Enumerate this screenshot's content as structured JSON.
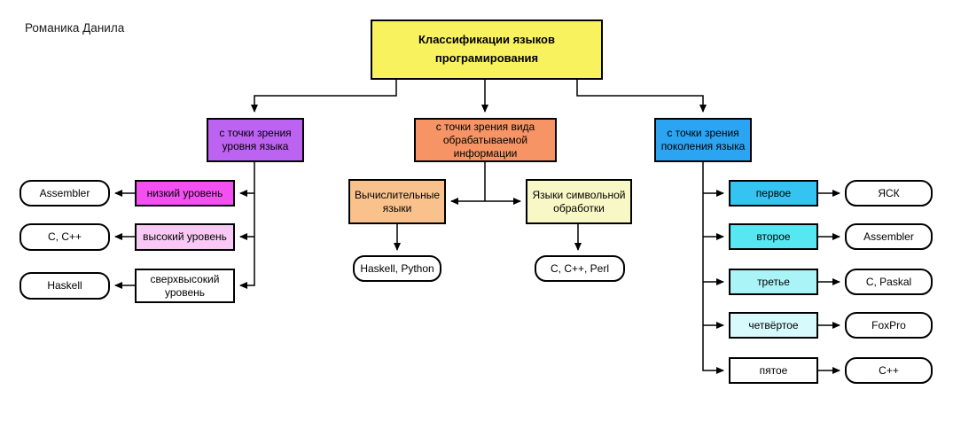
{
  "author": "Романика Данила",
  "connector_color": "#000000",
  "nodes": {
    "root": {
      "label": "Классификации языков програмирования",
      "color": "#F8F25E"
    },
    "level": {
      "label": "с точки зрения уровня языка",
      "color": "#BC63F1"
    },
    "info": {
      "label": "с точки зрения вида обрабатываемой информации",
      "color": "#F79465"
    },
    "generation": {
      "label": "с точки зрения поколения языка",
      "color": "#2BA4F2"
    },
    "low_level": {
      "label": "низкий уровень",
      "color": "#F44FF0"
    },
    "high_level": {
      "label": "высокий уровень",
      "color": "#F9C9F6"
    },
    "super_high_level": {
      "label": "сверхвысокий уровень",
      "color": "#FFFFFF"
    },
    "low_level_langs": {
      "label": "Assembler",
      "color": "#FFFFFF"
    },
    "high_level_langs": {
      "label": "C, C++",
      "color": "#FFFFFF"
    },
    "super_high_level_langs": {
      "label": "Haskell",
      "color": "#FFFFFF"
    },
    "computational": {
      "label": "Вычислительные языки",
      "color": "#F9C28C"
    },
    "symbolic": {
      "label": "Языки символьной обработки",
      "color": "#F8F8C6"
    },
    "computational_langs": {
      "label": "Haskell, Python",
      "color": "#FFFFFF"
    },
    "symbolic_langs": {
      "label": "C, C++, Perl",
      "color": "#FFFFFF"
    },
    "gen_first": {
      "label": "первое",
      "color": "#35C3F1"
    },
    "gen_second": {
      "label": "второе",
      "color": "#56E7F3"
    },
    "gen_third": {
      "label": "третье",
      "color": "#AAF3F7"
    },
    "gen_fourth": {
      "label": "четвёртое",
      "color": "#D7FAFC"
    },
    "gen_fifth": {
      "label": "пятое",
      "color": "#FFFFFF"
    },
    "gen_first_lang": {
      "label": "ЯСК",
      "color": "#FFFFFF"
    },
    "gen_second_lang": {
      "label": "Assembler",
      "color": "#FFFFFF"
    },
    "gen_third_lang": {
      "label": "C, Paskal",
      "color": "#FFFFFF"
    },
    "gen_fourth_lang": {
      "label": "FoxPro",
      "color": "#FFFFFF"
    },
    "gen_fifth_lang": {
      "label": "C++",
      "color": "#FFFFFF"
    }
  }
}
